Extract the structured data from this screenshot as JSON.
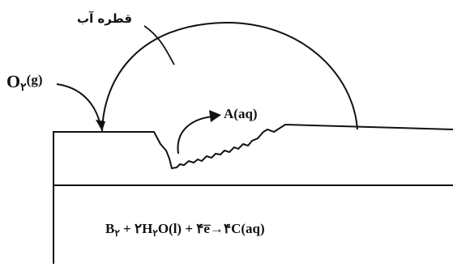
{
  "labels": {
    "water_drop": "قطره آب",
    "oxygen_gas": {
      "symbol": "O",
      "subscript": "۲",
      "state": "(g)"
    },
    "aqueous_product": "A(aq)"
  },
  "equation": {
    "reactant_1": "B",
    "reactant_1_subscript": "۲",
    "plus_1": " + ",
    "water_coef": "۲",
    "water_h": "H",
    "water_h_subscript": "۲",
    "water_rest": "O(l)",
    "plus_2": " + ",
    "electrons": "۴e̅",
    "arrow": "→",
    "product": "۴C(aq)"
  },
  "colors": {
    "ink": "#111111",
    "background": "#ffffff"
  }
}
